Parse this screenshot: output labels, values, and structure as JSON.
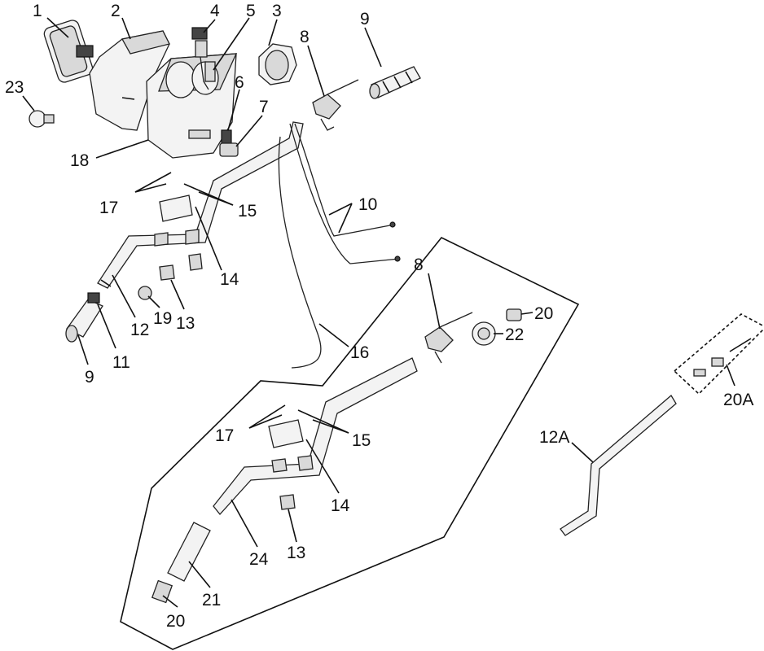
{
  "diagram": {
    "callouts": [
      {
        "id": "c1",
        "text": "1"
      },
      {
        "id": "c2",
        "text": "2"
      },
      {
        "id": "c4",
        "text": "4"
      },
      {
        "id": "c5",
        "text": "5"
      },
      {
        "id": "c3",
        "text": "3"
      },
      {
        "id": "c8a",
        "text": "8"
      },
      {
        "id": "c9a",
        "text": "9"
      },
      {
        "id": "c23",
        "text": "23"
      },
      {
        "id": "c6",
        "text": "6"
      },
      {
        "id": "c7",
        "text": "7"
      },
      {
        "id": "c18",
        "text": "18"
      },
      {
        "id": "c10",
        "text": "10"
      },
      {
        "id": "c17a",
        "text": "17"
      },
      {
        "id": "c15a",
        "text": "15"
      },
      {
        "id": "c14a",
        "text": "14"
      },
      {
        "id": "c8b",
        "text": "8"
      },
      {
        "id": "c20a",
        "text": "20"
      },
      {
        "id": "c22",
        "text": "22"
      },
      {
        "id": "c12",
        "text": "12"
      },
      {
        "id": "c19",
        "text": "19"
      },
      {
        "id": "c13a",
        "text": "13"
      },
      {
        "id": "c11",
        "text": "11"
      },
      {
        "id": "c9b",
        "text": "9"
      },
      {
        "id": "c16",
        "text": "16"
      },
      {
        "id": "c20A",
        "text": "20A"
      },
      {
        "id": "c17b",
        "text": "17"
      },
      {
        "id": "c15b",
        "text": "15"
      },
      {
        "id": "c12A",
        "text": "12A"
      },
      {
        "id": "c14b",
        "text": "14"
      },
      {
        "id": "c24",
        "text": "24"
      },
      {
        "id": "c13b",
        "text": "13"
      },
      {
        "id": "c21",
        "text": "21"
      },
      {
        "id": "c20b",
        "text": "20"
      }
    ]
  }
}
